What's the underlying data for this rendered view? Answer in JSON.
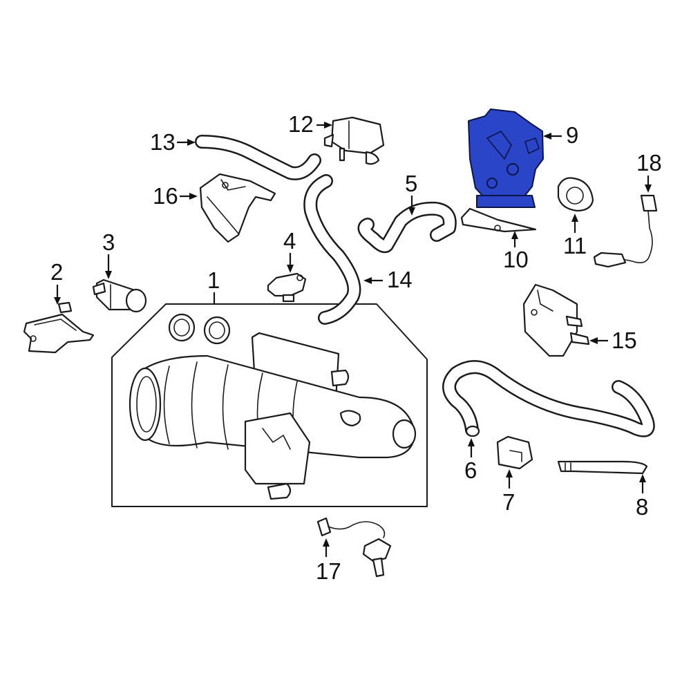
{
  "diagram": {
    "highlight_color": "#2B45C8",
    "line_color": "#1a1a1a",
    "background": "#ffffff",
    "callouts": [
      {
        "id": "1",
        "label": "1"
      },
      {
        "id": "2",
        "label": "2"
      },
      {
        "id": "3",
        "label": "3"
      },
      {
        "id": "4",
        "label": "4"
      },
      {
        "id": "5",
        "label": "5"
      },
      {
        "id": "6",
        "label": "6"
      },
      {
        "id": "7",
        "label": "7"
      },
      {
        "id": "8",
        "label": "8"
      },
      {
        "id": "9",
        "label": "9"
      },
      {
        "id": "10",
        "label": "10"
      },
      {
        "id": "11",
        "label": "11"
      },
      {
        "id": "12",
        "label": "12"
      },
      {
        "id": "13",
        "label": "13"
      },
      {
        "id": "14",
        "label": "14"
      },
      {
        "id": "15",
        "label": "15"
      },
      {
        "id": "16",
        "label": "16"
      },
      {
        "id": "17",
        "label": "17"
      },
      {
        "id": "18",
        "label": "18"
      }
    ],
    "highlighted_part": "9"
  }
}
